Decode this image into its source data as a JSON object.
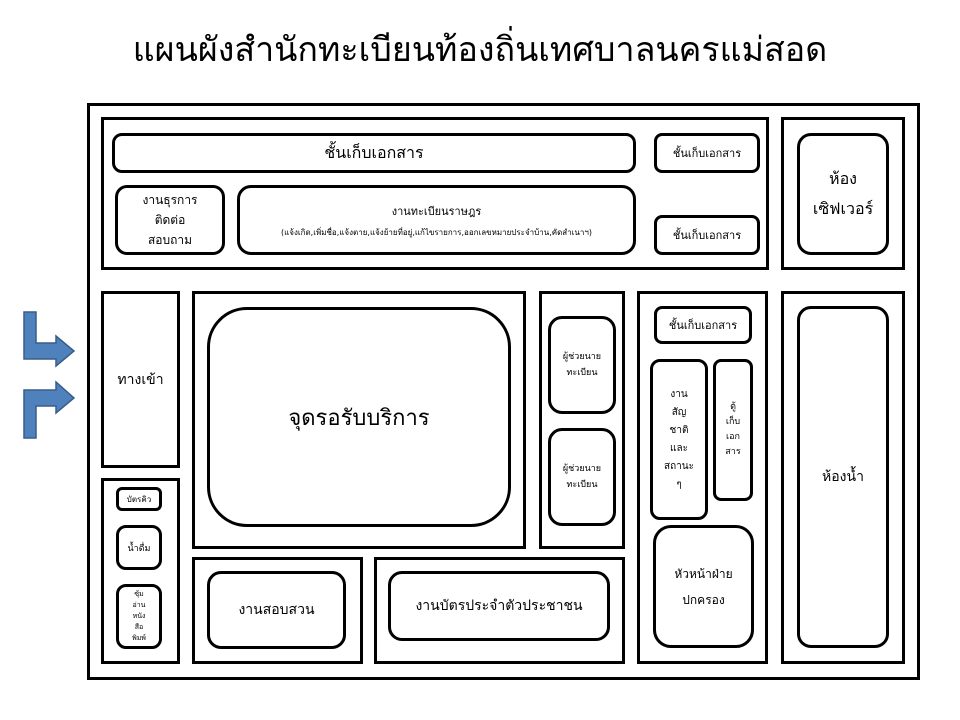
{
  "title": "แผนผังสำนักทะเบียนท้องถิ่นเทศบาลนครแม่สอด",
  "colors": {
    "arrow_fill": "#4f81bd",
    "arrow_stroke": "#385d8a",
    "line": "#000000"
  },
  "icons": {
    "entrance_arrow_top": "arrow-right-icon",
    "entrance_arrow_bottom": "arrow-right-icon"
  },
  "rooms": {
    "storage_main": "ชั้นเก็บเอกสาร",
    "storage_right_top": "ชั้นเก็บเอกสาร",
    "storage_right_bottom": "ชั้นเก็บเอกสาร",
    "storage_mid": "ชั้นเก็บเอกสาร",
    "general_affairs": [
      "งานธุรการ",
      "ติดต่อ",
      "สอบถาม"
    ],
    "civil_registration_title": "งานทะเบียนราษฎร",
    "civil_registration_detail": "(แจ้งเกิด,เพิ่มชื่อ,แจ้งตาย,แจ้งย้ายที่อยู่,แก้ไขรายการ,ออกเลขหมายประจำบ้าน,คัดสำเนาฯ)",
    "server_room": [
      "ห้อง",
      "เซิฟเวอร์"
    ],
    "entrance": "ทางเข้า",
    "service_point": "จุดรอรับบริการ",
    "assistant_1": [
      "ผู้ช่วยนาย",
      "ทะเบียน"
    ],
    "assistant_2": [
      "ผู้ช่วยนาย",
      "ทะเบียน"
    ],
    "nationality_work": [
      "งาน",
      "สัญ",
      "ชาติ",
      "และ",
      "สถานะ",
      "ๆ"
    ],
    "file_cabinet": [
      "ตู้",
      "เก็บ",
      "เอก",
      "สาร"
    ],
    "head_admin": [
      "หัวหน้าฝ่าย",
      "ปกครอง"
    ],
    "restroom": "ห้องน้ำ",
    "queue_card": "บัตรคิว",
    "drinking_water": "น้ำดื่ม",
    "newspaper": [
      "ซุ้ม",
      "อ่าน",
      "หนัง",
      "สือ",
      "พิมพ์"
    ],
    "investigation": "งานสอบสวน",
    "id_card_work": "งานบัตรประจำตัวประชาชน"
  }
}
